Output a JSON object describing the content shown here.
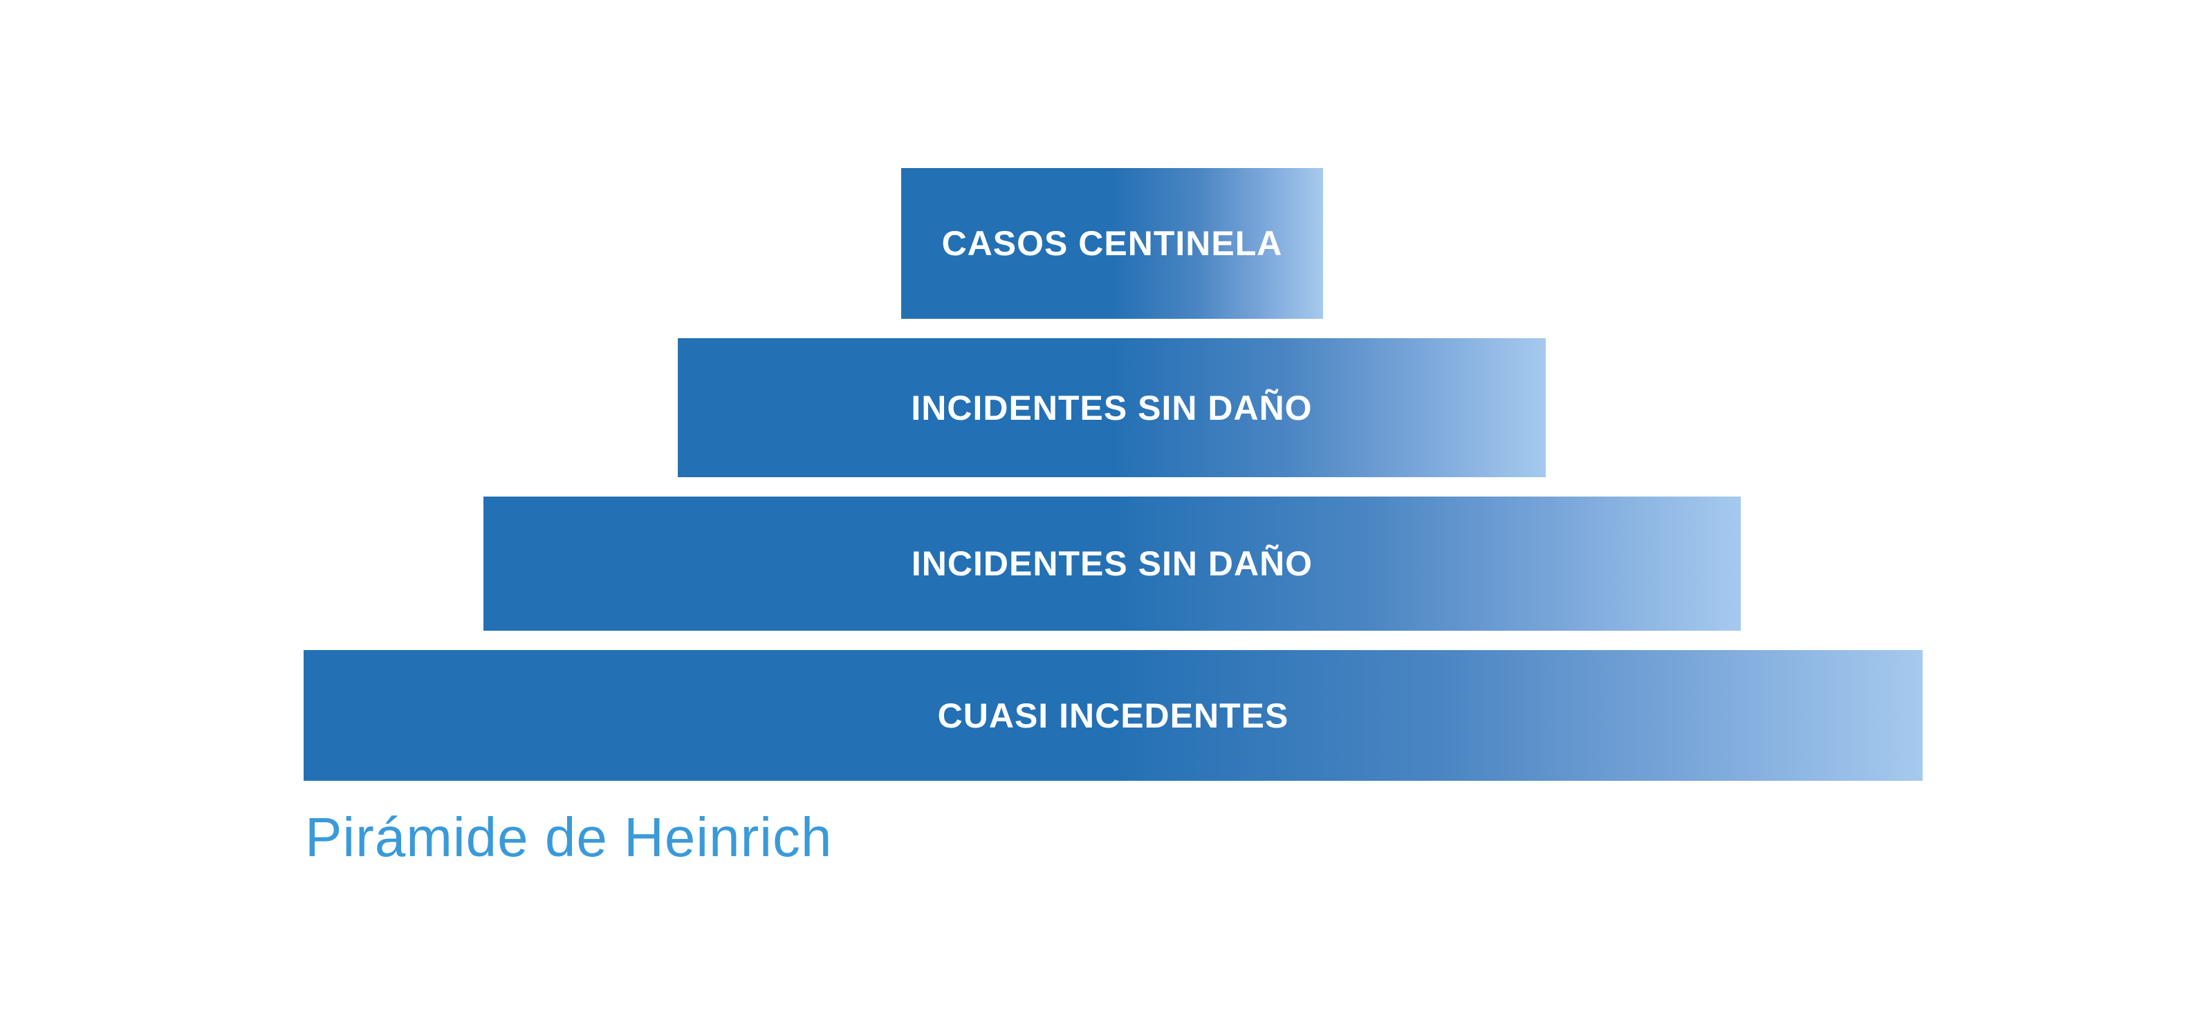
{
  "diagram": {
    "tiers": [
      {
        "label": "CASOS CENTINELA"
      },
      {
        "label": "INCIDENTES SIN DAÑO"
      },
      {
        "label": "INCIDENTES SIN DAÑO"
      },
      {
        "label": "CUASI INCEDENTES"
      }
    ],
    "caption": "Pirámide de Heinrich",
    "colors": {
      "tier_start": "#2470b4",
      "tier_end": "#a6caee",
      "label_text": "#ffffff",
      "caption_text": "#3a9ad9",
      "background": "#ffffff"
    }
  }
}
